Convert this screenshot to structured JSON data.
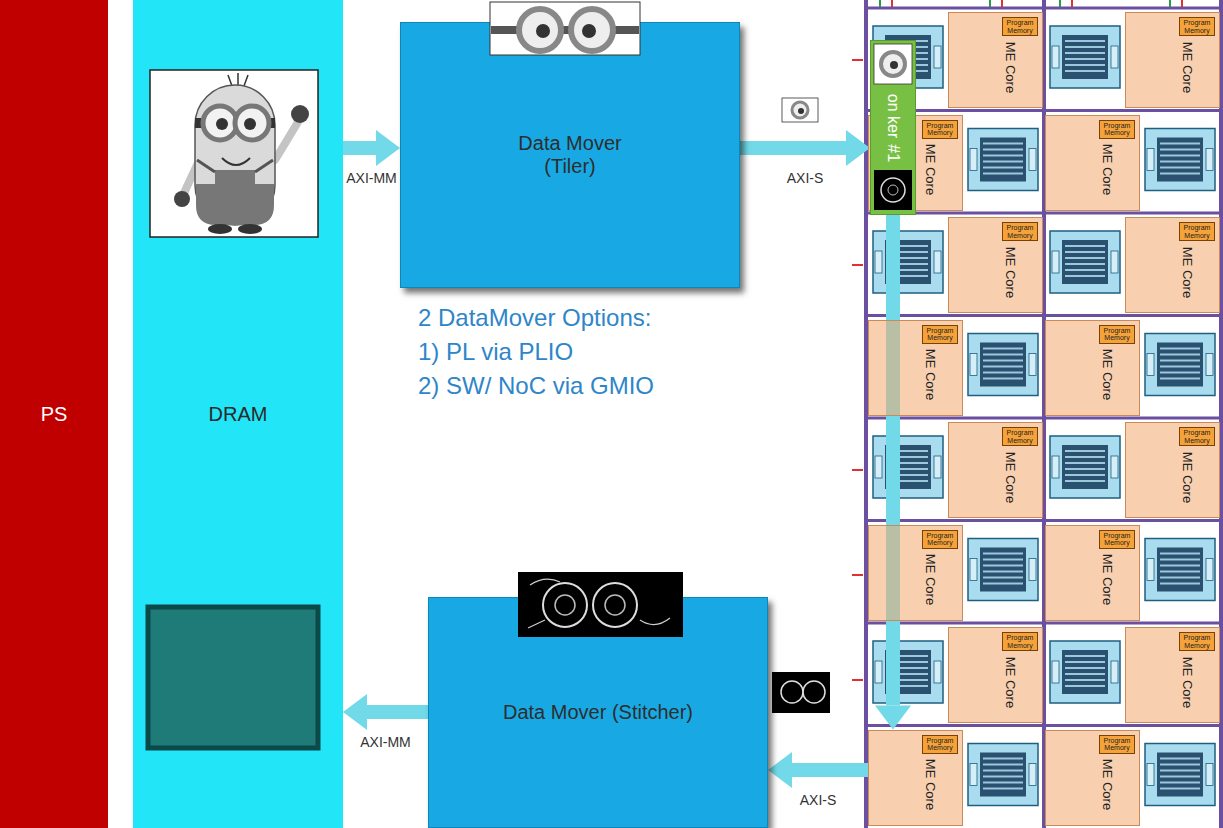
{
  "diagram": {
    "nodes": [
      {
        "text": [
          "PS"
        ]
      },
      {
        "text": [
          "DRAM"
        ]
      },
      {
        "text": [
          "Data Mover (Tiler)"
        ]
      },
      {
        "text": [
          "on ker",
          "#1"
        ]
      },
      {
        "text": [
          "ME Core"
        ]
      },
      {
        "text": [
          "Program Memory"
        ],
        "in": 4
      },
      {
        "text": [
          "ME Core"
        ]
      },
      {
        "text": [
          "Program Memory"
        ],
        "in": 6
      },
      {
        "text": [
          "ME Core"
        ]
      },
      {
        "text": [
          "Program Memory"
        ],
        "in": 8
      },
      {
        "text": [
          "ME Core"
        ]
      },
      {
        "text": [
          "Program Memory"
        ],
        "in": 10
      },
      {
        "text": [
          "ME Core"
        ]
      },
      {
        "text": [
          "Program Memory"
        ],
        "in": 12
      },
      {
        "text": [
          "ME Core"
        ]
      },
      {
        "text": [
          "Program Memory"
        ],
        "in": 14
      },
      {
        "text": [
          "ME Core"
        ]
      },
      {
        "text": [
          "Program Memory"
        ],
        "in": 16
      },
      {
        "text": [
          "ME Core"
        ]
      },
      {
        "text": [
          "Program Memory"
        ],
        "in": 18
      },
      {
        "text": [
          "ME Core"
        ]
      },
      {
        "text": [
          "Program Memory"
        ],
        "in": 20
      },
      {
        "text": [
          "ME Core"
        ]
      },
      {
        "text": [
          "Program Memory"
        ],
        "in": 22
      },
      {
        "text": [
          "ME Core"
        ]
      },
      {
        "text": [
          "Program Memory"
        ],
        "in": 24
      },
      {
        "text": [
          "ME Core"
        ]
      },
      {
        "text": [
          "Program Memory"
        ],
        "in": 26
      },
      {
        "text": [
          "ME Core"
        ]
      },
      {
        "text": [
          "Program Memory"
        ],
        "in": 28
      },
      {
        "text": [
          "ME Core"
        ]
      },
      {
        "text": [
          "Program Memory"
        ],
        "in": 30
      },
      {
        "text": [
          "ME Core"
        ]
      },
      {
        "text": [
          "Program Memory"
        ],
        "in": 32
      },
      {
        "text": [
          "ME Core"
        ]
      },
      {
        "text": [
          "Program Memory"
        ],
        "in": 34
      },
      {
        "text": [
          "Data Mover (Stitcher)"
        ]
      }
    ],
    "edges": [
      {
        "from": 1,
        "to": 2,
        "arrow": "to",
        "label": "AXI-MM"
      },
      {
        "from": 2,
        "to": 3,
        "arrow": "to",
        "label": "AXI-S"
      },
      {
        "from": 3,
        "to": 32,
        "arrow": "to"
      },
      {
        "from": 32,
        "to": 36,
        "arrow": "to",
        "label": "AXI-S"
      },
      {
        "from": 36,
        "to": 1,
        "arrow": "to",
        "label": "AXI-MM"
      }
    ],
    "labels": [
      "2 DataMover Options:",
      "1) PL via PLIO",
      "2) SW/ NoC via GMIO"
    ]
  }
}
